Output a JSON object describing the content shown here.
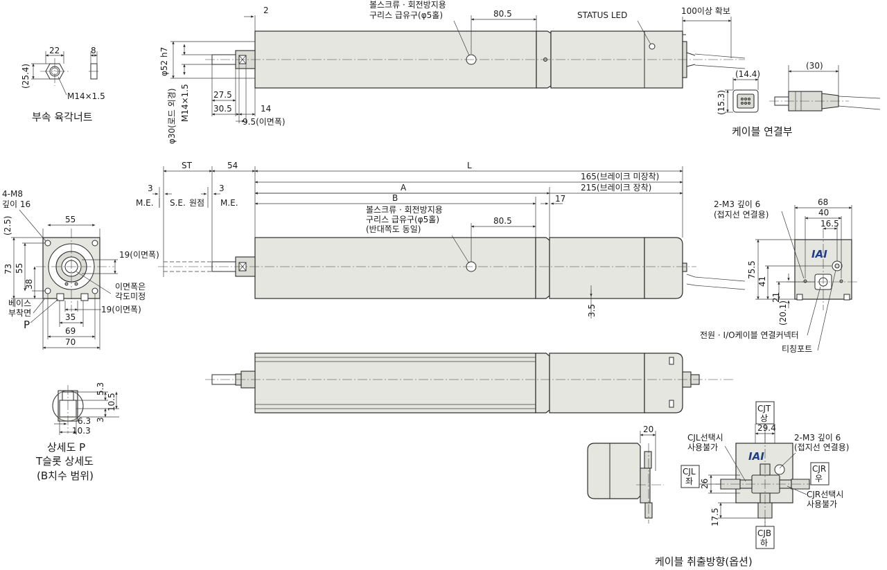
{
  "nut": {
    "w": "22",
    "t": "8",
    "h": "(25.4)",
    "thread": "M14×1.5",
    "caption": "부속 육각너트"
  },
  "top_view": {
    "d2": "2",
    "lube": [
      "볼스크류 · 회전방지용",
      "구리스 급유구(φ5홀)"
    ],
    "d80_5": "80.5",
    "status_led": "STATUS LED",
    "clearance": "100이상 확보",
    "phi52": "φ52 h7",
    "phi30": "φ30(로드 외경)",
    "m14": "M14×1.5",
    "d27_5": "27.5",
    "d30_5": "30.5",
    "d14": "14",
    "d9_5": "9.5(이면폭)"
  },
  "cable_conn": {
    "d14_4": "(14.4)",
    "d30": "(30)",
    "d15_3": "(15.3)",
    "caption": "케이블 연결부"
  },
  "side_view": {
    "st": "ST",
    "d54": "54",
    "l": "L",
    "d3a": "3",
    "d3b": "3",
    "me_a": "M.E.",
    "se": "S.E.",
    "origin": "원점",
    "me_b": "M.E.",
    "brake_none": "165(브레이크 미장착)",
    "brake_with": "215(브레이크 장착)",
    "a": "A",
    "b": "B",
    "d17": "17",
    "lube": [
      "볼스크류 · 회전방지용",
      "구리스 급유구(φ5홀)",
      "(반대쪽도 동일)"
    ],
    "d80_5": "80.5",
    "d3_5": "3.5"
  },
  "front_view": {
    "m8": [
      "4-M8",
      "깊이 16"
    ],
    "d2_5": "(2.5)",
    "d55_top": "55",
    "d73": "73",
    "d55_side": "55",
    "d38": "38",
    "d19a": "19(이면폭)",
    "angle_note": [
      "이면폭은",
      "각도미정"
    ],
    "base": [
      "베이스",
      "부착면"
    ],
    "p": "P",
    "d35": "35",
    "d19b": "19(이면폭)",
    "d69": "69",
    "d70": "70"
  },
  "rear_view": {
    "m3": [
      "2-M3 깊이 6",
      "(접지선 연결용)"
    ],
    "d68": "68",
    "d40": "40",
    "d16_5": "16.5",
    "d75_5": "75.5",
    "d41": "41",
    "d21": "21",
    "d20_1": "(20.1)",
    "power": "전원 · I/O케이블 연결커넥터",
    "teach": "티칭포트",
    "logo": "IAI"
  },
  "detail": {
    "d5_3": "5.3",
    "d10_5": "10.5",
    "d3": "3",
    "d6_3": "6.3",
    "d10_3": "10.3",
    "caption": [
      "상세도 P",
      "T슬롯 상세도",
      "(B치수 범위)"
    ]
  },
  "cable_option": {
    "d20": "20",
    "d29_4": "29.4",
    "cjt": [
      "CJT",
      "상"
    ],
    "cjl_note": [
      "CJL선택시",
      "사용불가"
    ],
    "m3": [
      "2-M3 깊이 6",
      "(접지선 연결용)"
    ],
    "cjl": [
      "CJL",
      "좌"
    ],
    "cjr": [
      "CJR",
      "우"
    ],
    "d26": "26",
    "d17_5": "17.5",
    "cjr_note": [
      "CJR선택시",
      "사용불가"
    ],
    "cjb": [
      "CJB",
      "하"
    ],
    "caption": "케이블 취출방향(옵션)",
    "logo": "IAI"
  }
}
